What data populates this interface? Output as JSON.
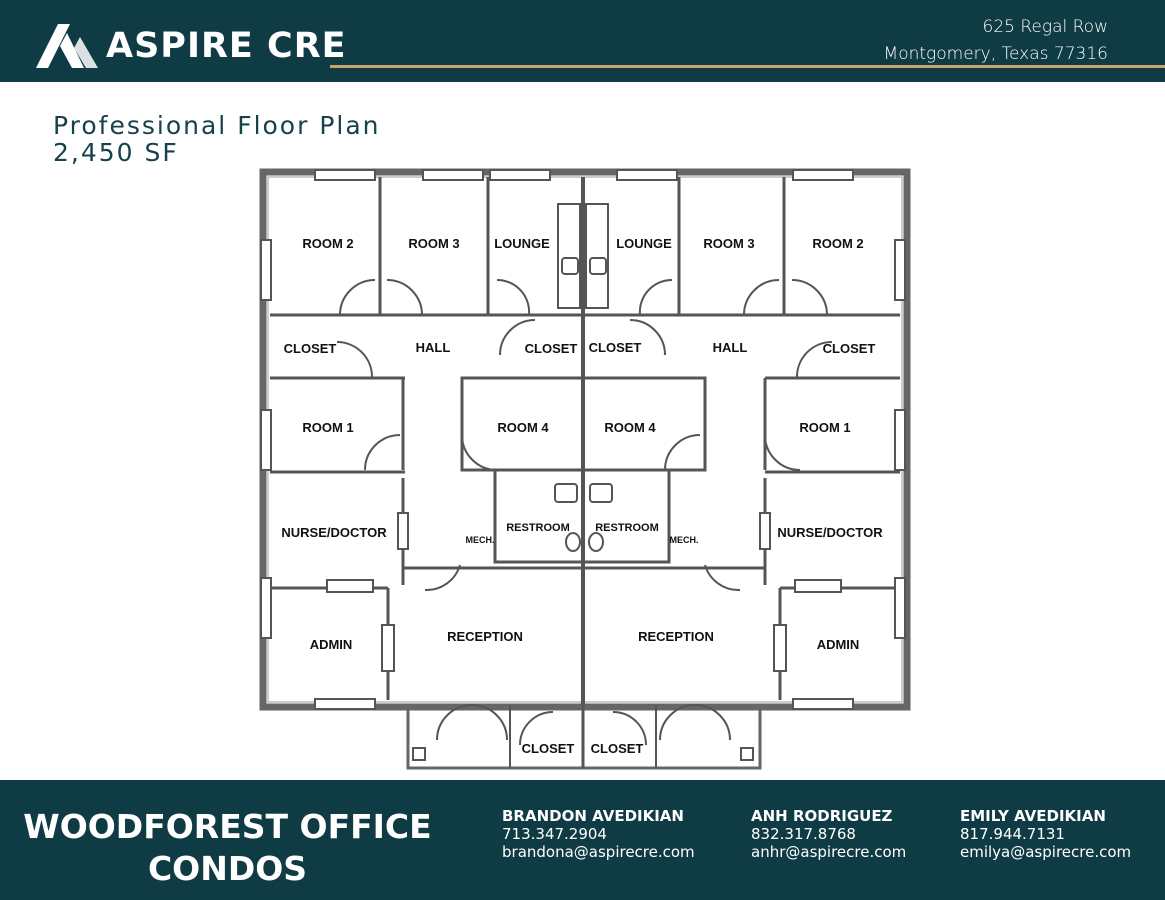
{
  "header": {
    "brand": "ASPIRE CRE",
    "address_line1": "625 Regal Row",
    "address_line2": "Montgomery, Texas 77316"
  },
  "plan": {
    "title": "Professional Floor Plan",
    "area": "2,450 SF",
    "rooms": {
      "room2_left": "ROOM 2",
      "room3_left": "ROOM 3",
      "lounge_left": "LOUNGE",
      "lounge_right": "LOUNGE",
      "room3_right": "ROOM 3",
      "room2_right": "ROOM 2",
      "closet_tl": "CLOSET",
      "hall_left": "HALL",
      "closet_tl2": "CLOSET",
      "closet_tr2": "CLOSET",
      "hall_right": "HALL",
      "closet_tr": "CLOSET",
      "room1_left": "ROOM 1",
      "room4_left": "ROOM 4",
      "room4_right": "ROOM 4",
      "room1_right": "ROOM 1",
      "nurse_left": "NURSE/DOCTOR",
      "restroom_left": "RESTROOM",
      "restroom_right": "RESTROOM",
      "nurse_right": "NURSE/DOCTOR",
      "mech_left": "MECH.",
      "mech_right": "MECH.",
      "admin_left": "ADMIN",
      "reception_left": "RECEPTION",
      "reception_right": "RECEPTION",
      "admin_right": "ADMIN",
      "closet_bl": "CLOSET",
      "closet_br": "CLOSET"
    }
  },
  "footer": {
    "name_line1": "WOODFOREST OFFICE",
    "name_line2": "CONDOS",
    "contacts": [
      {
        "name": "BRANDON AVEDIKIAN",
        "phone": "713.347.2904",
        "email": "brandona@aspirecre.com"
      },
      {
        "name": "ANH RODRIGUEZ",
        "phone": "832.317.8768",
        "email": "anhr@aspirecre.com"
      },
      {
        "name": "EMILY AVEDIKIAN",
        "phone": "817.944.7131",
        "email": "emilya@aspirecre.com"
      }
    ]
  },
  "colors": {
    "brand_dark": "#0f3b45",
    "accent_gold": "#c8a46a"
  }
}
